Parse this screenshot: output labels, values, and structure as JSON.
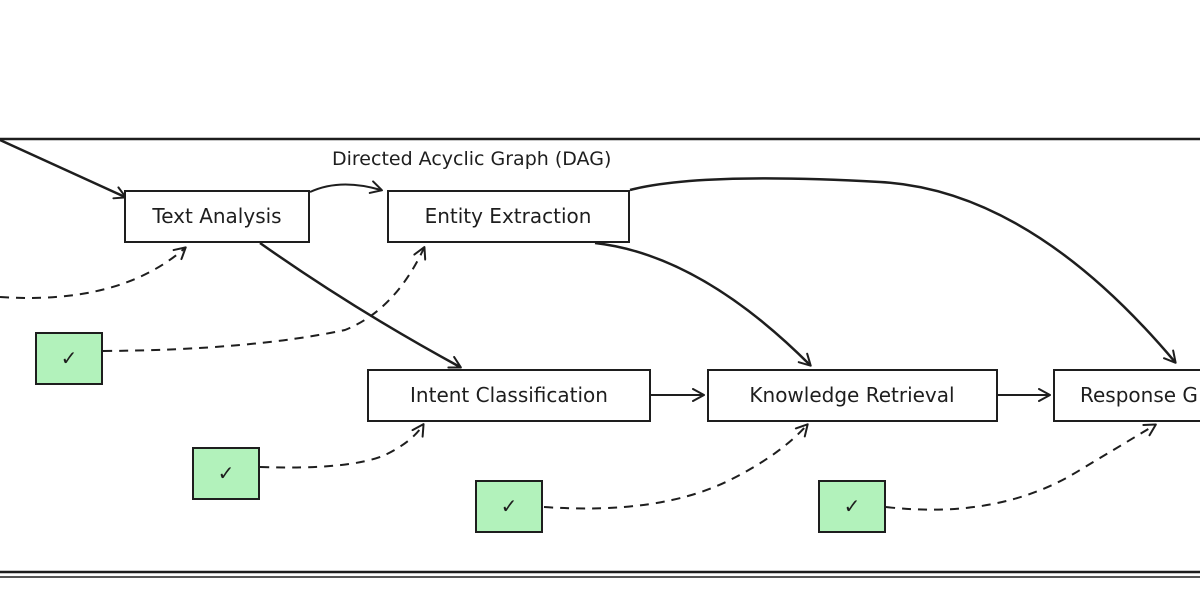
{
  "diagram": {
    "title": "Directed Acyclic Graph (DAG)",
    "nodes": {
      "text_analysis": "Text Analysis",
      "entity_extraction": "Entity Extraction",
      "intent_classification": "Intent Classification",
      "knowledge_retrieval": "Knowledge Retrieval",
      "response_generation": "Response G"
    },
    "check_mark": "✓",
    "colors": {
      "stroke": "#1e1e1e",
      "check_fill": "#b2f2bb",
      "background": "#ffffff"
    }
  }
}
